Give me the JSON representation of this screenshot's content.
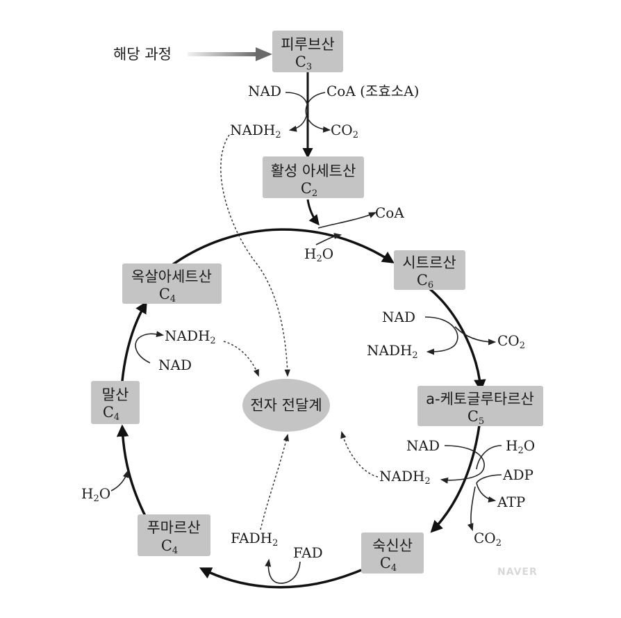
{
  "glycolysis_label": "해당 과정",
  "nodes": {
    "pyruvic_acid": {
      "name": "피루브산",
      "carbon": "C",
      "carbon_sub": "3"
    },
    "acetyl": {
      "name": "활성 아세트산",
      "carbon": "C",
      "carbon_sub": "2"
    },
    "citric_acid": {
      "name": "시트르산",
      "carbon": "C",
      "carbon_sub": "6"
    },
    "ketoglutaric": {
      "name": "a-케토글루타르산",
      "carbon": "C",
      "carbon_sub": "5"
    },
    "succinic_acid": {
      "name": "숙신산",
      "carbon": "C",
      "carbon_sub": "4"
    },
    "fumaric_acid": {
      "name": "푸마르산",
      "carbon": "C",
      "carbon_sub": "4"
    },
    "malic_acid": {
      "name": "말산",
      "carbon": "C",
      "carbon_sub": "4"
    },
    "oxaloacetic_acid": {
      "name": "옥살아세트산",
      "carbon": "C",
      "carbon_sub": "4"
    }
  },
  "center": {
    "label": "전자 전달계"
  },
  "labels": {
    "nad_top": "NAD",
    "coa_enzyme": "CoA (조효소A)",
    "nadh_top": "NADH",
    "nadh_top_sub": "2",
    "co2_top": "CO",
    "co2_top_sub": "2",
    "coa_out": "CoA",
    "h2o_in": "H",
    "h2o_in_sub": "2",
    "h2o_in_tail": "O",
    "nad_right": "NAD",
    "nadh_right": "NADH",
    "nadh_right_sub": "2",
    "co2_right": "CO",
    "co2_right_sub": "2",
    "nad_lower": "NAD",
    "h2o_lower": "H",
    "h2o_lower_sub": "2",
    "h2o_lower_tail": "O",
    "nadh_lower": "NADH",
    "nadh_lower_sub": "2",
    "adp": "ADP",
    "atp": "ATP",
    "co2_lower": "CO",
    "co2_lower_sub": "2",
    "fadh": "FADH",
    "fadh_sub": "2",
    "fad": "FAD",
    "h2o_left": "H",
    "h2o_left_sub": "2",
    "h2o_left_tail": "O",
    "nadh_left": "NADH",
    "nadh_left_sub": "2",
    "nad_left": "NAD"
  },
  "watermark": "NAVER",
  "colors": {
    "box_fill": "#c4c4c4",
    "ellipse_fill": "#c4c4c4",
    "line": "#111111"
  }
}
